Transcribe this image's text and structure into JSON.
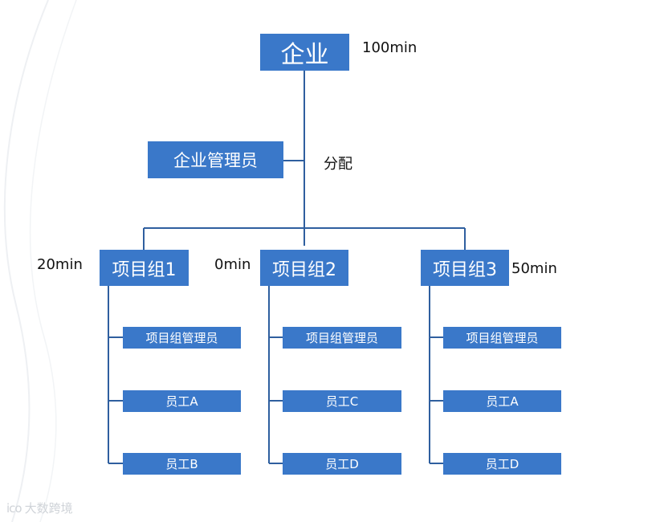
{
  "colors": {
    "box": "#3a78c9",
    "line": "#2f5f9f",
    "text_on_box": "#ffffff"
  },
  "enterprise": {
    "label": "企业",
    "time": "100min"
  },
  "admin": {
    "label": "企业管理员",
    "action": "分配"
  },
  "groups": [
    {
      "label": "项目组1",
      "time": "20min",
      "members": [
        "项目组管理员",
        "员工A",
        "员工B"
      ]
    },
    {
      "label": "项目组2",
      "time": "0min",
      "members": [
        "项目组管理员",
        "员工C",
        "员工D"
      ]
    },
    {
      "label": "项目组3",
      "time": "50min",
      "members": [
        "项目组管理员",
        "员工A",
        "员工D"
      ]
    }
  ],
  "watermark": {
    "text": "大数跨境",
    "logo": "ico"
  }
}
